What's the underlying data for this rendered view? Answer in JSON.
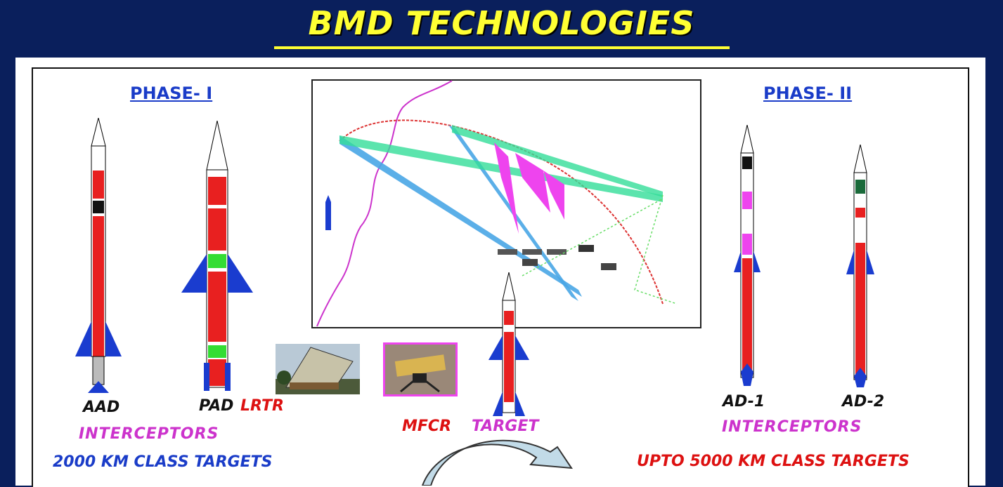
{
  "title": "BMD TECHNOLOGIES",
  "phase1": {
    "heading": "PHASE- I",
    "missiles": [
      "AAD",
      "PAD"
    ],
    "interceptors_label": "INTERCEPTORS",
    "targets_label": "2000 KM CLASS TARGETS"
  },
  "phase2": {
    "heading": "PHASE- II",
    "missiles": [
      "AD-1",
      "AD-2"
    ],
    "interceptors_label": "INTERCEPTORS",
    "targets_label": "UPTO 5000 KM CLASS TARGETS"
  },
  "center": {
    "lrtr_label": "LRTR",
    "mfcr_label": "MFCR",
    "target_label": "TARGET"
  },
  "colors": {
    "background": "#0a1f5c",
    "title": "#ffff33",
    "blue_text": "#1a3cc8",
    "magenta_text": "#cc33cc",
    "red_text": "#dd1111",
    "missile_red": "#e82020",
    "missile_blue": "#1a3ccf"
  },
  "icons": [
    "curved-arrow-icon",
    "radar-icon",
    "radar-building-icon"
  ]
}
